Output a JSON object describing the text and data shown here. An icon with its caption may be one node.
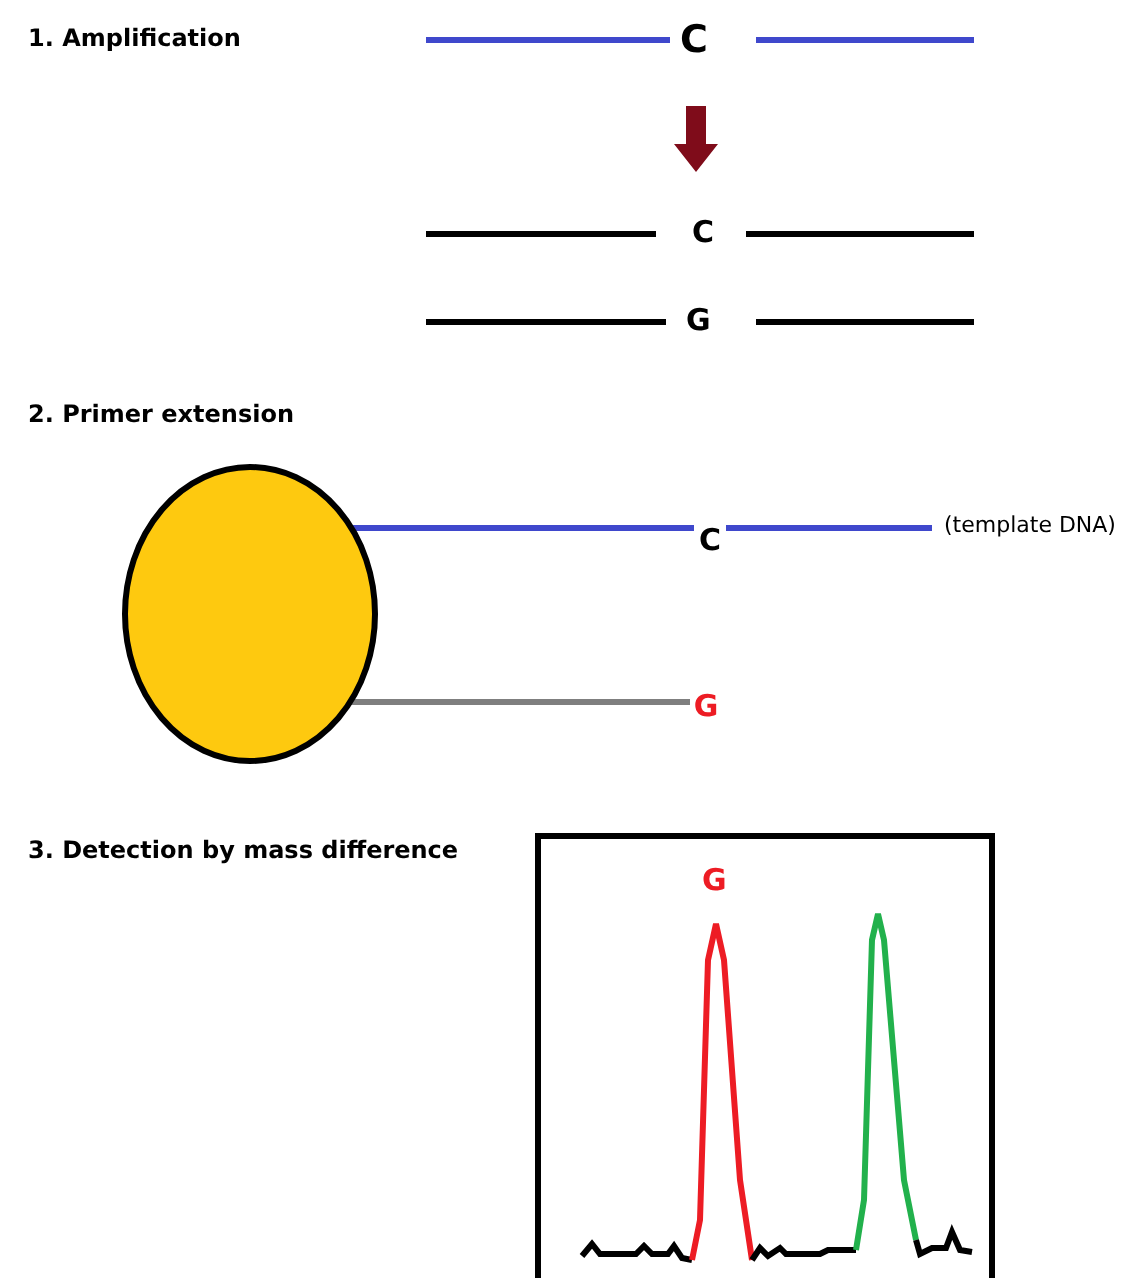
{
  "diagram": {
    "nodes": [
      {
        "text": [],
        "shape": "circle"
      },
      {
        "text": [
          "C"
        ]
      },
      {
        "text": [
          "(template DNA)"
        ]
      },
      {
        "text": [
          "G"
        ]
      }
    ],
    "edges": [
      {
        "from": 0,
        "to": 1,
        "arrow": "none",
        "color": "#3f48cc"
      },
      {
        "from": 1,
        "to": 2,
        "arrow": "none",
        "color": "#3f48cc"
      },
      {
        "from": 0,
        "to": 3,
        "arrow": "none",
        "color": "#7f7f7f"
      }
    ],
    "labels": [
      "1. Amplification",
      "C",
      "C",
      "G",
      "2. Primer extension",
      "3. Detection by mass difference",
      "G"
    ]
  }
}
